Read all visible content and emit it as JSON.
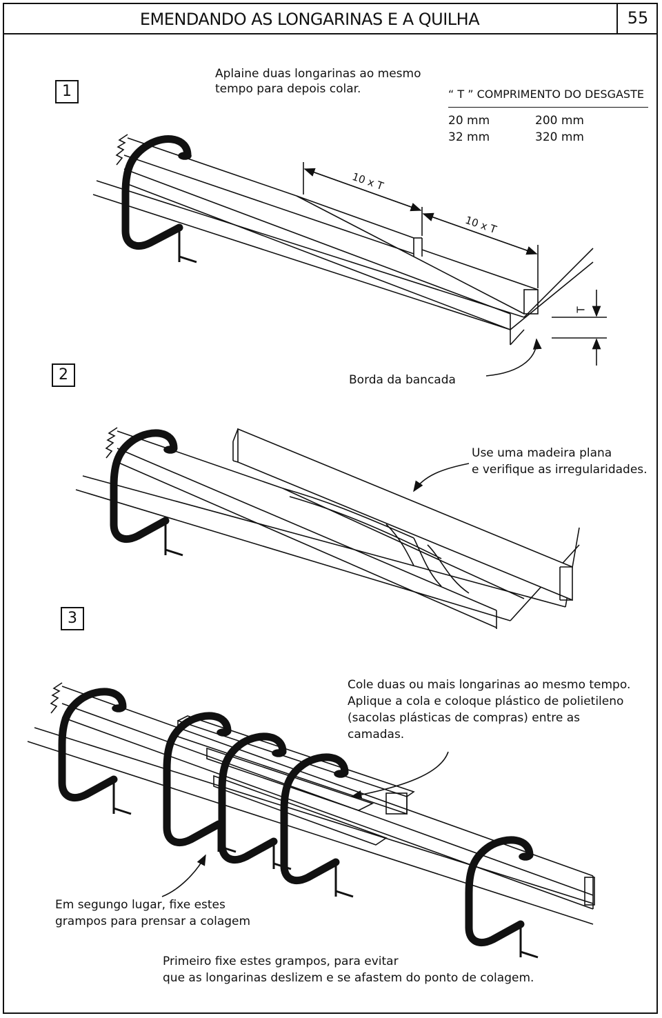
{
  "header": {
    "title": "EMENDANDO AS LONGARINAS E A QUILHA",
    "page_number": "55"
  },
  "steps": [
    "1",
    "2",
    "3"
  ],
  "step1": {
    "text_line1": "Aplaine duas longarinas ao mesmo",
    "text_line2": "tempo para depois colar.",
    "table_header": "“ T ” COMPRIMENTO DO DESGASTE",
    "table_rows": [
      [
        "20 mm",
        "200 mm"
      ],
      [
        "32 mm",
        "320 mm"
      ]
    ],
    "dim_label_1": "10 x T",
    "dim_label_2": "10 x T",
    "dim_label_t": "T"
  },
  "step2": {
    "bench_label": "Borda da bancada",
    "check_line1": "Use uma madeira plana",
    "check_line2": "e verifique as irregularidades."
  },
  "step3": {
    "glue_line1": "Cole duas ou mais longarinas ao mesmo tempo.",
    "glue_line2": "Aplique a cola e coloque plástico de polietileno",
    "glue_line3": "(sacolas plásticas de compras) entre as",
    "glue_line4": "camadas.",
    "second_line1": "Em segungo lugar, fixe estes",
    "second_line2": "grampos para prensar a colagem",
    "first_line1": "Primeiro fixe estes grampos, para evitar",
    "first_line2": "que as longarinas deslizem e se afastem do ponto de colagem."
  }
}
